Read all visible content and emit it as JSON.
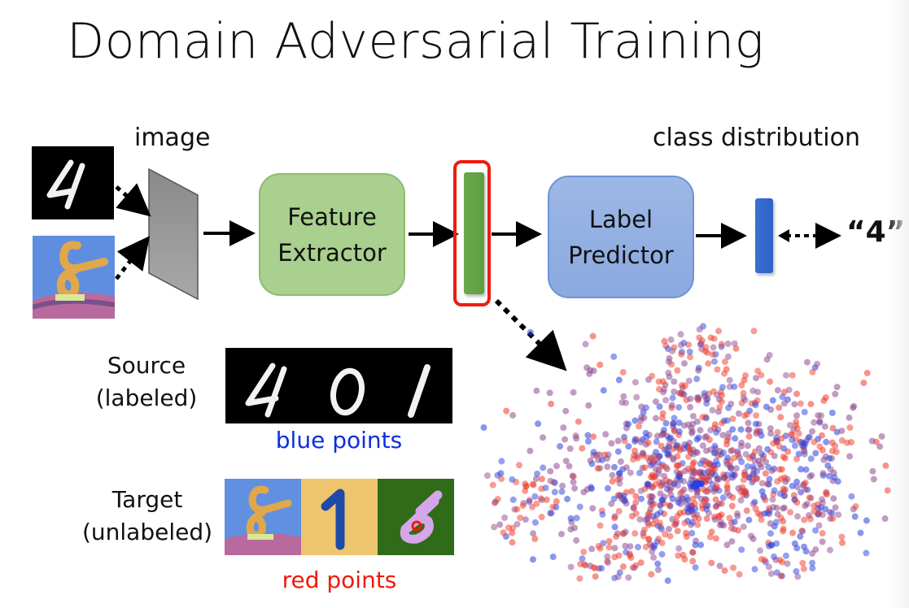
{
  "slide": {
    "title": "Domain Adversarial Training"
  },
  "diagram": {
    "input_label": "image",
    "feature_extractor": {
      "line1": "Feature",
      "line2": "Extractor"
    },
    "label_predictor": {
      "line1": "Label",
      "line2": "Predictor"
    },
    "output_label": "class distribution",
    "predicted_class": "“4”",
    "input_images": [
      {
        "kind": "mnist-digit",
        "digit": "4"
      },
      {
        "kind": "mnist-m-digit",
        "digit": "8"
      }
    ]
  },
  "legend": {
    "source": {
      "line1": "Source",
      "line2": "(labeled)",
      "caption": "blue points",
      "digits": [
        "4",
        "0",
        "1"
      ]
    },
    "target": {
      "line1": "Target",
      "line2": "(unlabeled)",
      "caption": "red points",
      "digits": [
        "8",
        "1",
        "6"
      ]
    }
  },
  "colors": {
    "feature_extractor": "#a9d08e",
    "label_predictor": "#8eacdf",
    "highlight": "#ee1c0e",
    "source_points": "#2a3fe0",
    "target_points": "#ef3a2a",
    "blue_caption": "#0b2ee0",
    "red_caption": "#f01a0a"
  },
  "chart_data": {
    "type": "scatter",
    "title": "",
    "xlabel": "",
    "ylabel": "",
    "grid": false,
    "description": "t-SNE embedding of extracted features: source (blue) and target (red) points well mixed, dense center",
    "series": [
      {
        "name": "source (labeled)",
        "color": "#2a3fe0"
      },
      {
        "name": "target (unlabeled)",
        "color": "#ef3a2a"
      }
    ]
  }
}
